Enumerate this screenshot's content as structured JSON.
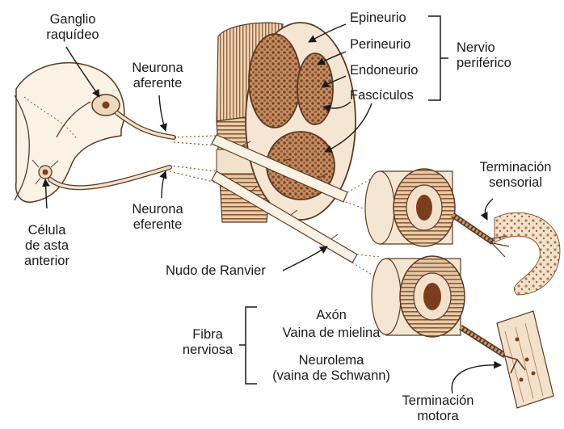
{
  "labels": {
    "ganglio_raquideo": [
      "Ganglio",
      "raquídeo"
    ],
    "neurona_aferente": [
      "Neurona",
      "aferente"
    ],
    "neurona_eferente": [
      "Neurona",
      "eferente"
    ],
    "celula_asta_anterior": [
      "Célula",
      "de asta",
      "anterior"
    ],
    "epineurio": "Epineurio",
    "perineurio": "Perineurio",
    "endoneurio": "Endoneurio",
    "fasciculos": "Fascículos",
    "nervio_periferico": [
      "Nervio",
      "periférico"
    ],
    "terminacion_sensorial": [
      "Terminación",
      "sensorial"
    ],
    "nudo_ranvier": "Nudo de Ranvier",
    "fibra_nerviosa": [
      "Fibra",
      "nerviosa"
    ],
    "axon": "Axón",
    "vaina_mielina": "Vaina de mielina",
    "neurolema": [
      "Neurolema",
      "(vaina de Schwann)"
    ],
    "terminacion_motora": [
      "Terminación",
      "motora"
    ]
  },
  "colors": {
    "ink": "#3a2414",
    "tissue_light": "#f1dcc4",
    "tissue_mid": "#c99a72",
    "tissue_dark": "#8a5530",
    "nucleus": "#7a3e1c",
    "label_text": "#1a1a1a"
  }
}
